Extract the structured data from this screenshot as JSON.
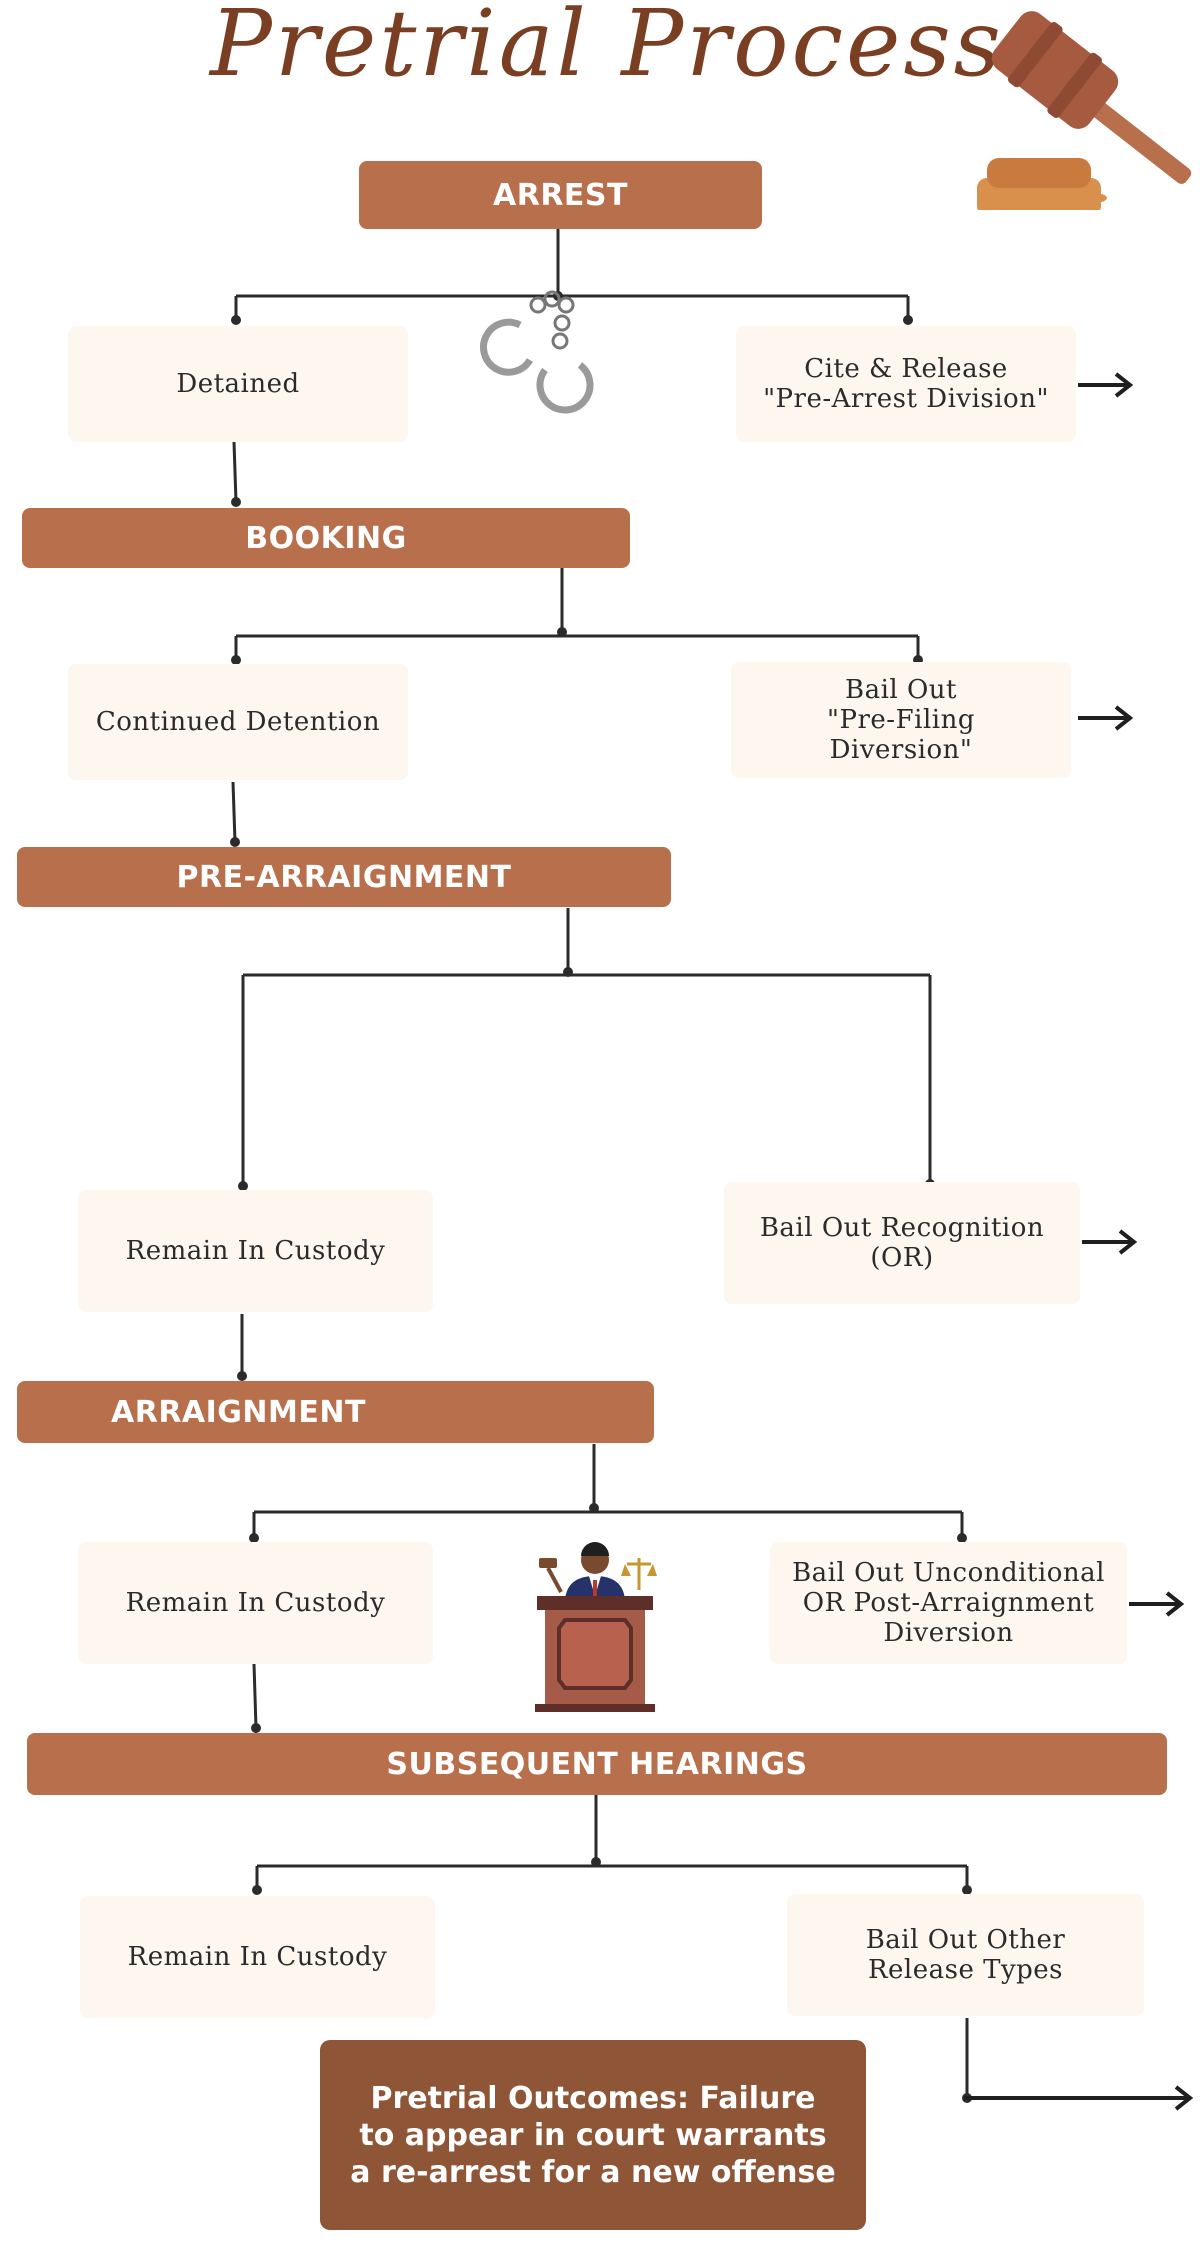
{
  "title": "Pretrial Process",
  "stages": {
    "arrest": "ARREST",
    "booking": "BOOKING",
    "pre_arraignment": "PRE-ARRAIGNMENT",
    "arraignment": "ARRAIGNMENT",
    "subsequent_hearings": "SUBSEQUENT HEARINGS"
  },
  "arrest_branches": {
    "left": "Detained",
    "right_line1": "Cite & Release",
    "right_line2": "\"Pre-Arrest Division\""
  },
  "booking_branches": {
    "left": "Continued Detention",
    "right_line1": "Bail Out",
    "right_line2": "\"Pre-Filing",
    "right_line3": "Diversion\""
  },
  "pre_arraignment_branches": {
    "left": "Remain In Custody",
    "right_line1": "Bail Out Recognition",
    "right_line2": "(OR)"
  },
  "arraignment_branches": {
    "left": "Remain In Custody",
    "right_line1": "Bail Out Unconditional",
    "right_line2": "OR Post-Arraignment",
    "right_line3": "Diversion"
  },
  "hearings_branches": {
    "left": "Remain In Custody",
    "right_line1": "Bail Out Other",
    "right_line2": "Release Types"
  },
  "outcome": "Pretrial Outcomes: Failure to appear in court warrants a re-arrest for a new offense",
  "colors": {
    "stage": "#b86f4b",
    "branch_box": "#fdf7f0",
    "outcome": "#8e5537",
    "title": "#7a3f22",
    "connector": "#2b2b2b"
  },
  "icons": [
    "gavel-icon",
    "handcuffs-icon",
    "judge-at-podium-icon",
    "right-arrow-icon"
  ]
}
